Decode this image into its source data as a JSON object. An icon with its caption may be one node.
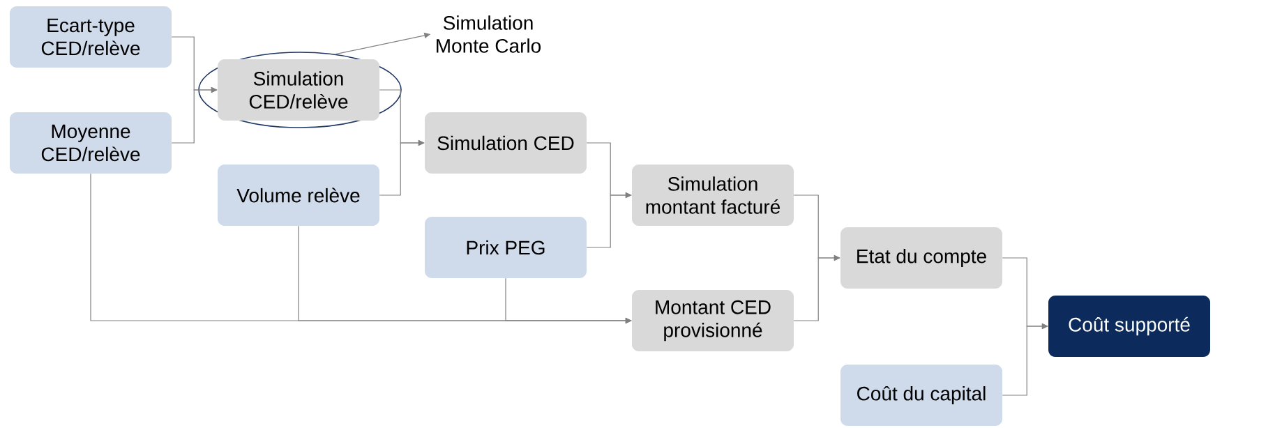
{
  "diagram": {
    "nodes": [
      {
        "text": [
          "Ecart-type CED/relève"
        ]
      },
      {
        "text": [
          "Moyenne CED/relève"
        ]
      },
      {
        "text": [],
        "shape": "ellipse"
      },
      {
        "text": [
          "Simulation CED/relève"
        ],
        "in": 2
      },
      {
        "text": [
          "Simulation Monte Carlo"
        ]
      },
      {
        "text": [
          "Volume relève"
        ]
      },
      {
        "text": [
          "Simulation CED"
        ]
      },
      {
        "text": [
          "Prix PEG"
        ]
      },
      {
        "text": [
          "Simulation montant facturé"
        ]
      },
      {
        "text": [
          "Montant CED provisionné"
        ]
      },
      {
        "text": [
          "Etat du compte"
        ]
      },
      {
        "text": [
          "Coût supporté"
        ]
      },
      {
        "text": [
          "Coût du capital"
        ]
      }
    ],
    "edges": [
      {
        "from": 0,
        "to": 3,
        "arrow": "to"
      },
      {
        "from": 1,
        "to": 3,
        "arrow": "to"
      },
      {
        "from": 2,
        "to": 4,
        "arrow": "to"
      },
      {
        "from": 3,
        "to": 6,
        "arrow": "to"
      },
      {
        "from": 5,
        "to": 6,
        "arrow": "to"
      },
      {
        "from": 6,
        "to": 8,
        "arrow": "to"
      },
      {
        "from": 7,
        "to": 8,
        "arrow": "to"
      },
      {
        "from": 8,
        "to": 10,
        "arrow": "to"
      },
      {
        "from": 9,
        "to": 10,
        "arrow": "to"
      },
      {
        "from": 10,
        "to": 11,
        "arrow": "to"
      },
      {
        "from": 12,
        "to": 11,
        "arrow": "to"
      },
      {
        "from": 1,
        "to": 9,
        "arrow": "to"
      },
      {
        "from": 5,
        "to": 9,
        "arrow": "to"
      },
      {
        "from": 7,
        "to": 9,
        "arrow": "to"
      }
    ]
  }
}
